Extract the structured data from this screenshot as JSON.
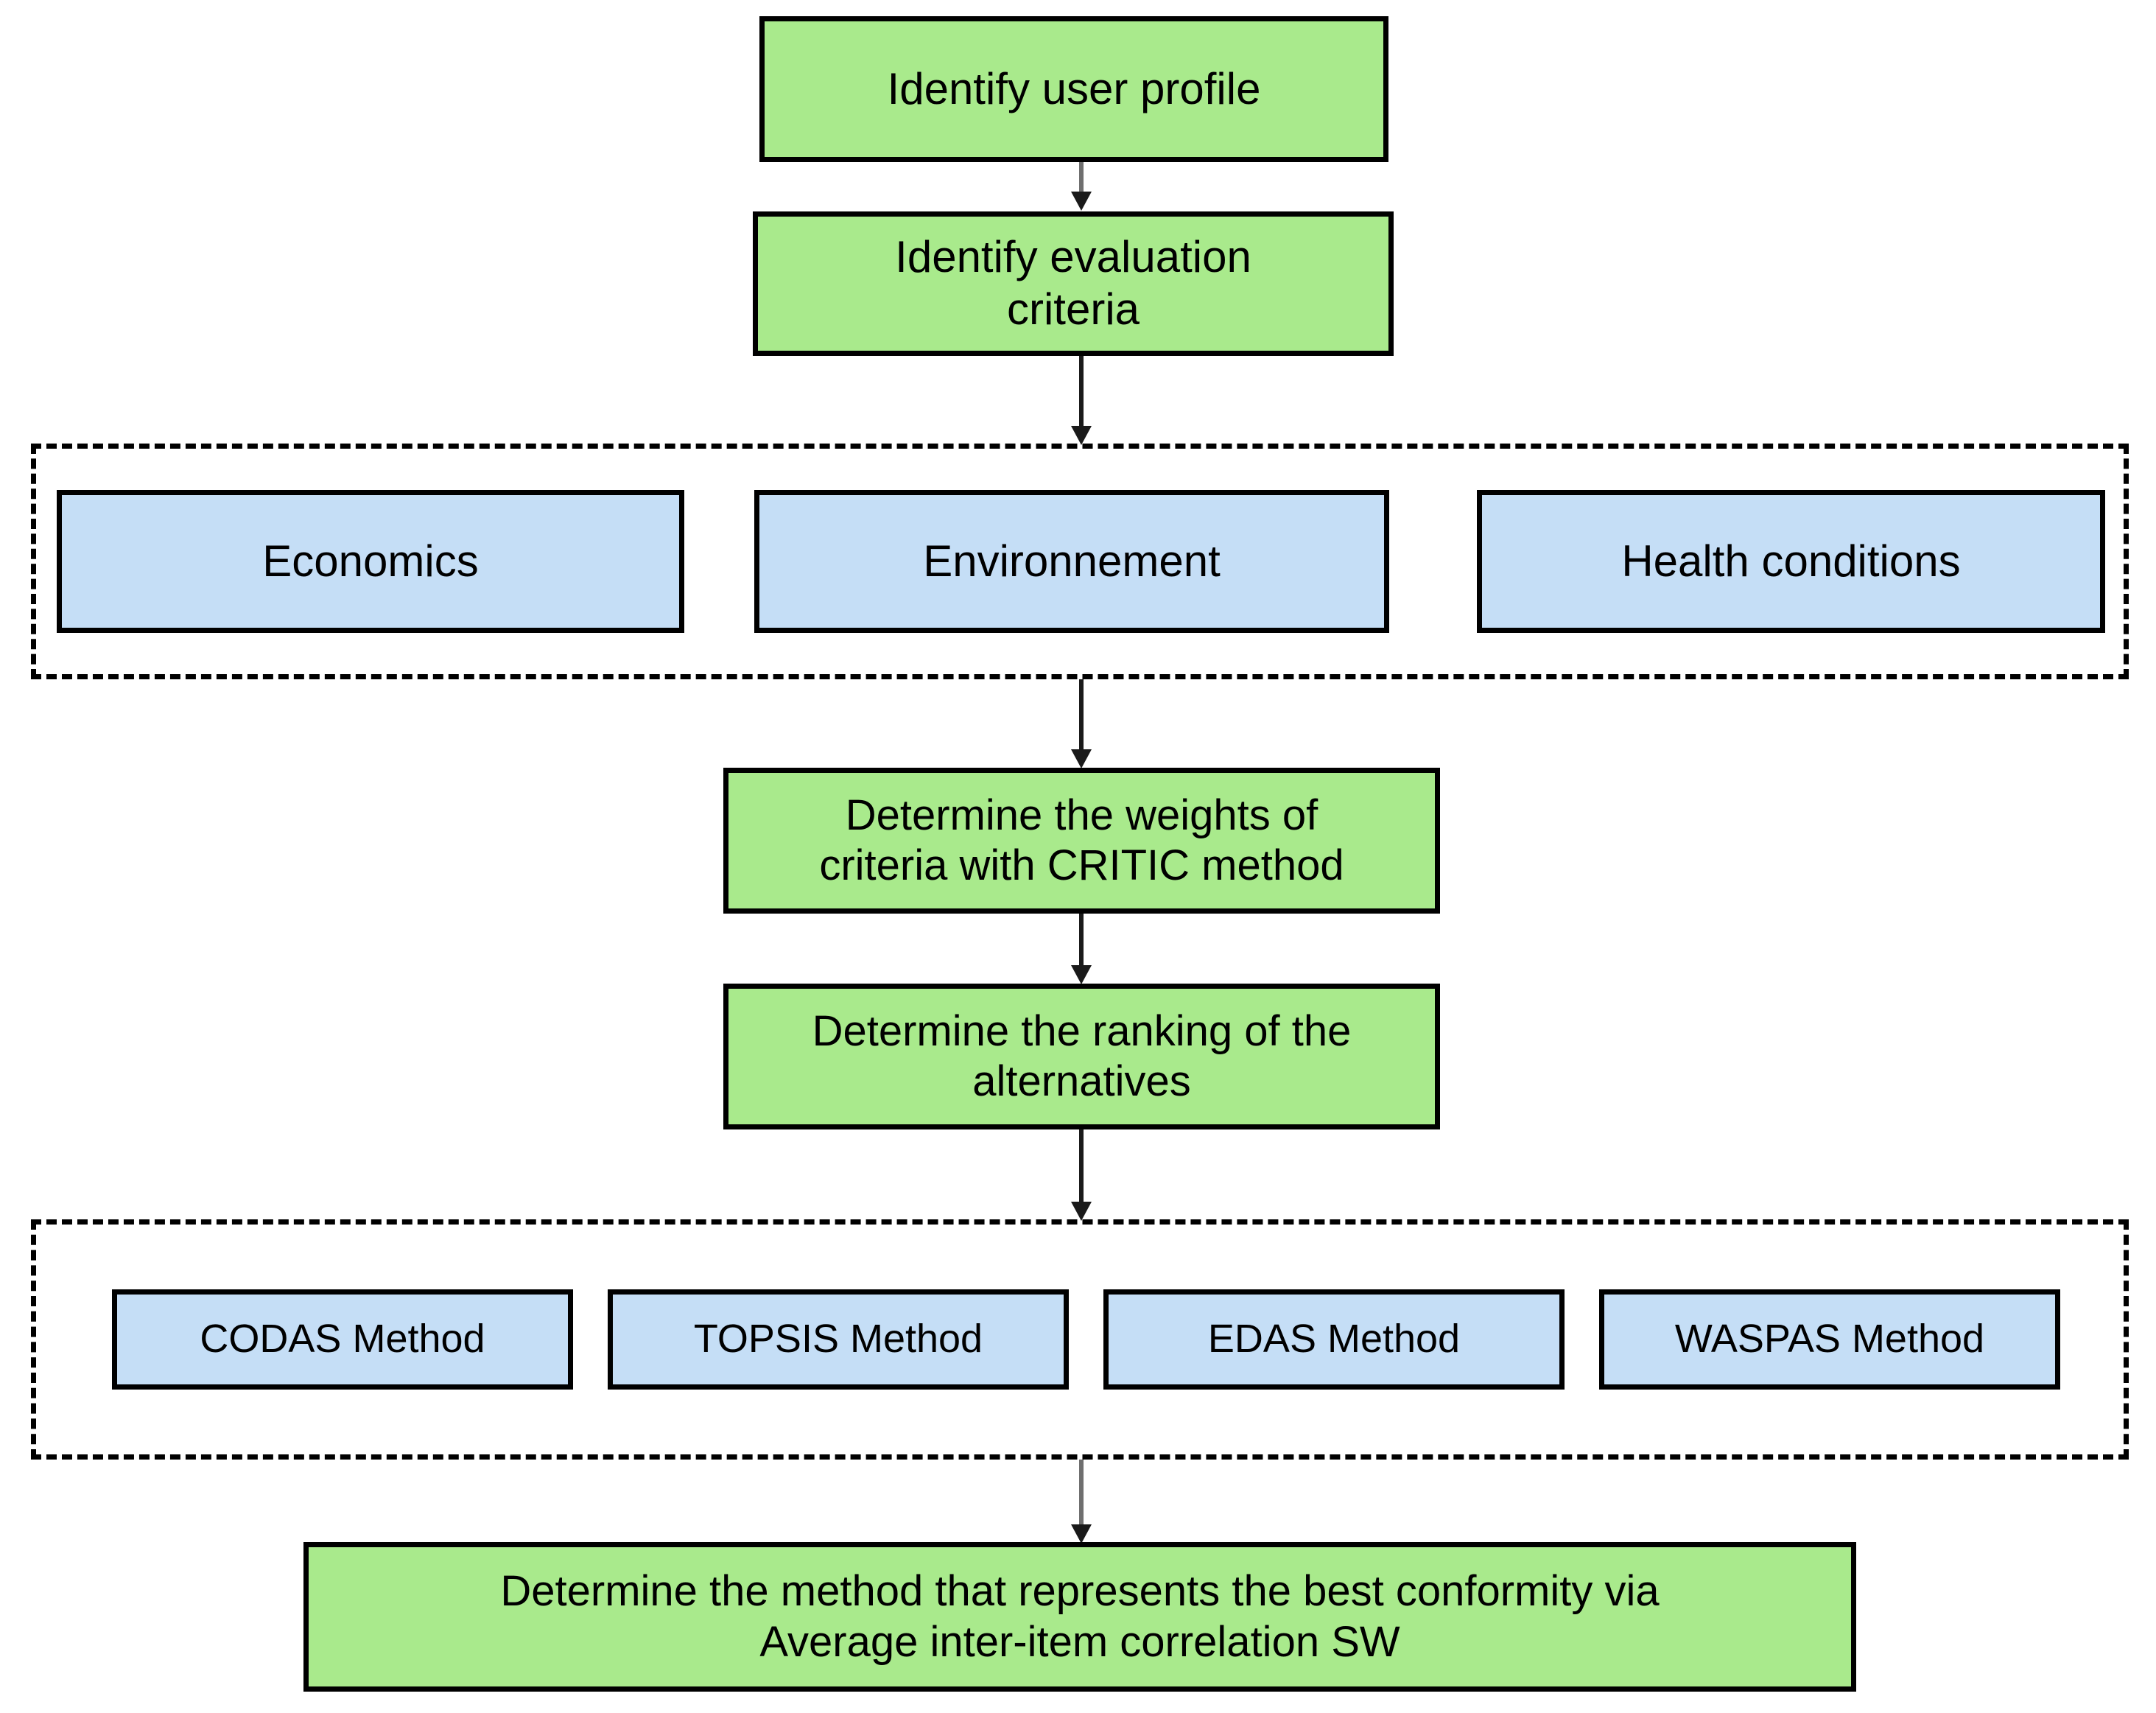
{
  "diagram": {
    "title": "MCDM evaluation methodology flowchart",
    "colors": {
      "process_fill": "#a9ea8c",
      "option_fill": "#c5def6",
      "border": "#000000",
      "connector": "#1a1a1a",
      "background": "#ffffff"
    },
    "steps": {
      "identify_user_profile": "Identify user profile",
      "identify_evaluation_criteria_line1": "Identify evaluation",
      "identify_evaluation_criteria_line2": "criteria",
      "determine_weights_line1": "Determine the weights of",
      "determine_weights_line2": "criteria with CRITIC method",
      "determine_ranking_line1": "Determine the ranking of the",
      "determine_ranking_line2": "alternatives",
      "determine_best_method_line1": "Determine the method that represents the best conformity via",
      "determine_best_method_line2": "Average inter-item correlation SW"
    },
    "criteria_group": {
      "items": [
        {
          "label": "Economics"
        },
        {
          "label": "Environnement"
        },
        {
          "label": "Health conditions"
        }
      ]
    },
    "methods_group": {
      "items": [
        {
          "label": "CODAS Method"
        },
        {
          "label": "TOPSIS Method"
        },
        {
          "label": "EDAS Method"
        },
        {
          "label": "WASPAS Method"
        }
      ]
    },
    "connectors": [
      {
        "name": "arrow-profile-to-criteria"
      },
      {
        "name": "arrow-criteria-to-criteria-group"
      },
      {
        "name": "arrow-criteria-group-to-weights"
      },
      {
        "name": "arrow-weights-to-ranking"
      },
      {
        "name": "arrow-ranking-to-methods-group"
      },
      {
        "name": "arrow-methods-group-to-conclusion"
      }
    ]
  }
}
